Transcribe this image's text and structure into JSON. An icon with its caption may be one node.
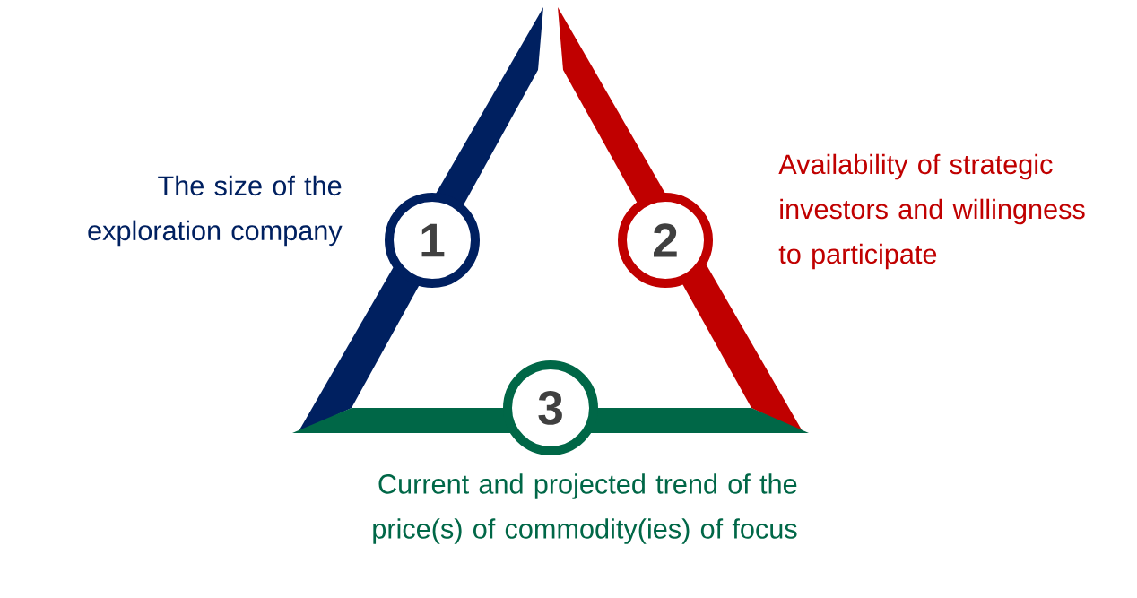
{
  "diagram": {
    "nodes": [
      {
        "text": [
          "1"
        ],
        "beside": [
          "The size of the exploration company"
        ]
      },
      {
        "text": [
          "2"
        ],
        "beside": [
          "Availability of strategic investors and willingness to participate"
        ]
      },
      {
        "text": [
          "3"
        ],
        "beside": [
          "Current and projected trend of the price(s) of commodity(ies) of focus"
        ]
      }
    ]
  }
}
